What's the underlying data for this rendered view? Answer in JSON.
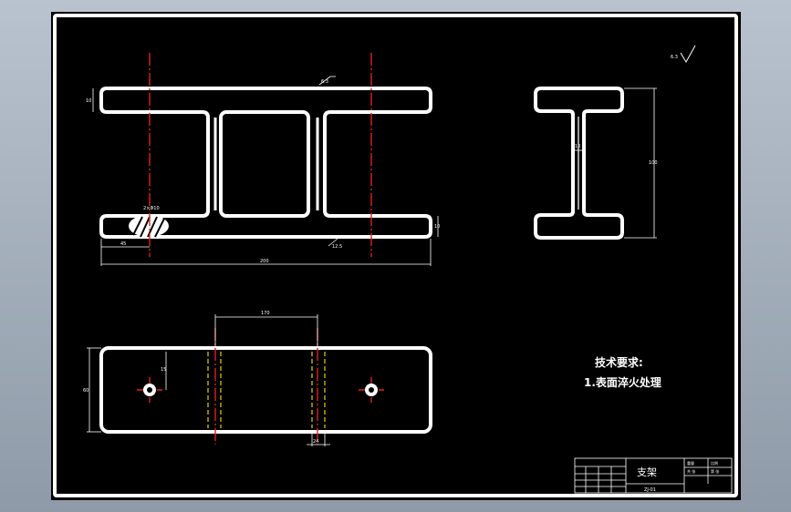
{
  "drawing": {
    "title_block": {
      "part_name": "支架",
      "drawing_number": "ZJ-01",
      "sheet_labels": [
        "重量",
        "比例",
        "共 张",
        "第 张"
      ]
    },
    "technical_notes": {
      "heading": "技术要求:",
      "items": [
        "1.表面淬火处理"
      ]
    },
    "roughness_general": "6.3",
    "roughness_top": "6.3",
    "roughness_bottom": "12.5",
    "dimensions": {
      "front_overall_width": "200",
      "front_left_offset": "45",
      "front_top_flange": "10",
      "front_bottom_flange": "10",
      "side_height": "100",
      "side_web": "10",
      "top_hole_spacing": "170",
      "top_height": "60",
      "top_hole_offset": "15",
      "top_bottom_width": "24",
      "hole_callout": "2×Φ10"
    },
    "colors": {
      "background": "#000000",
      "lines": "#ffffff",
      "centerline": "#e0201e",
      "hidden": "#e8d200",
      "frame_outer": "#ffffff"
    }
  }
}
